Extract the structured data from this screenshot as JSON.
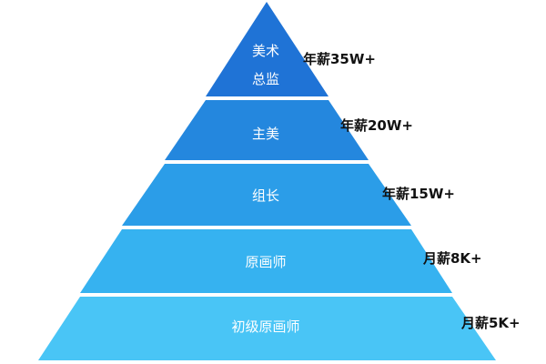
{
  "tiers": [
    {
      "title_lines": [
        "美术",
        "总监"
      ],
      "salary": "年薪35W+",
      "color": "#1F73D6"
    },
    {
      "title_lines": [
        "主美"
      ],
      "salary": "年薪20W+",
      "color": "#2487DE"
    },
    {
      "title_lines": [
        "组长"
      ],
      "salary": "年薪15W+",
      "color": "#2B9DE8"
    },
    {
      "title_lines": [
        "原画师"
      ],
      "salary": "月薪8K+",
      "color": "#36B2F0"
    },
    {
      "title_lines": [
        "初级原画师"
      ],
      "salary": "月薪5K+",
      "color": "#49C5F6"
    }
  ]
}
